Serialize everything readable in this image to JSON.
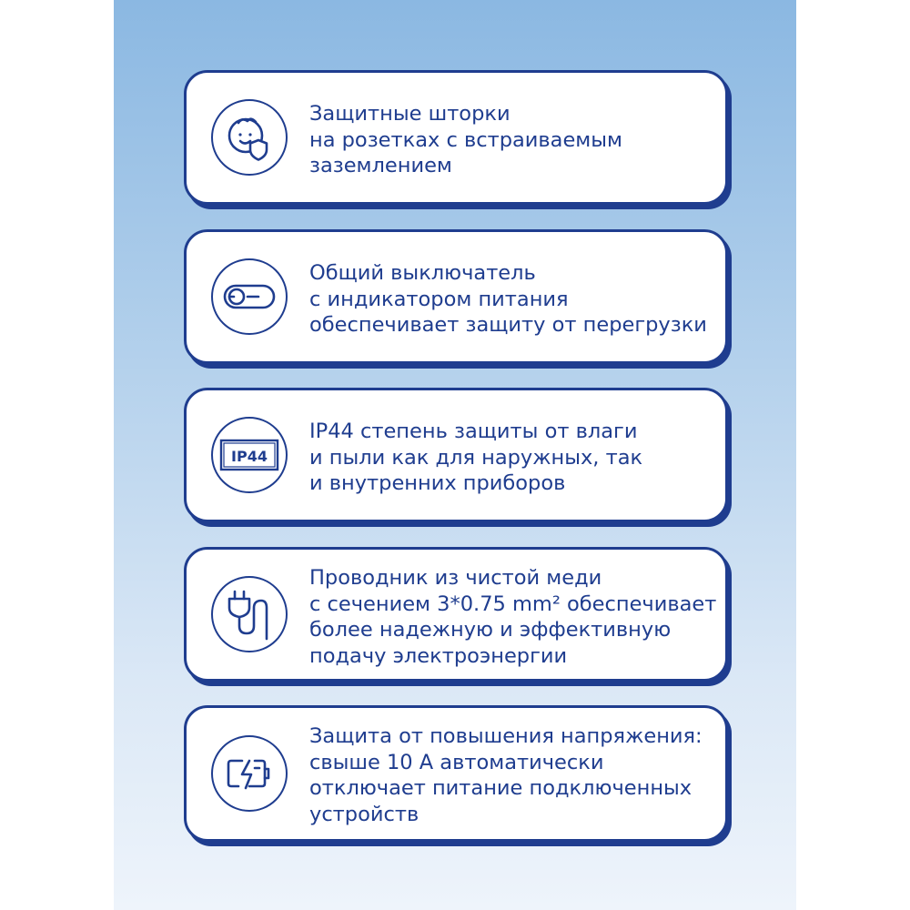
{
  "colors": {
    "accent": "#1f3d8f",
    "card_background": "#ffffff",
    "gradient_top": "#8bb8e2",
    "gradient_bottom": "#eef4fb"
  },
  "features": [
    {
      "icon": "child-shield-icon",
      "lines": [
        "Защитные шторки",
        "на розетках с встраиваемым",
        "заземлением"
      ]
    },
    {
      "icon": "power-switch-icon",
      "lines": [
        "Общий выключатель",
        "с индикатором питания",
        "обеспечивает защиту от перегрузки"
      ]
    },
    {
      "icon": "ip44-badge-icon",
      "icon_text": "IP44",
      "lines": [
        "IP44 степень защиты от влаги",
        "и пыли как для наружных, так",
        "и внутренних приборов"
      ]
    },
    {
      "icon": "plug-cable-icon",
      "lines": [
        "Проводник из чистой меди",
        "с сечением 3*0.75 mm² обеспечивает",
        "более надежную и эффективную",
        "подачу электроэнергии"
      ]
    },
    {
      "icon": "battery-charging-icon",
      "lines": [
        "Защита от повышения напряжения:",
        "свыше 10 А автоматически",
        "отключает питание подключенных",
        "устройств"
      ]
    }
  ]
}
